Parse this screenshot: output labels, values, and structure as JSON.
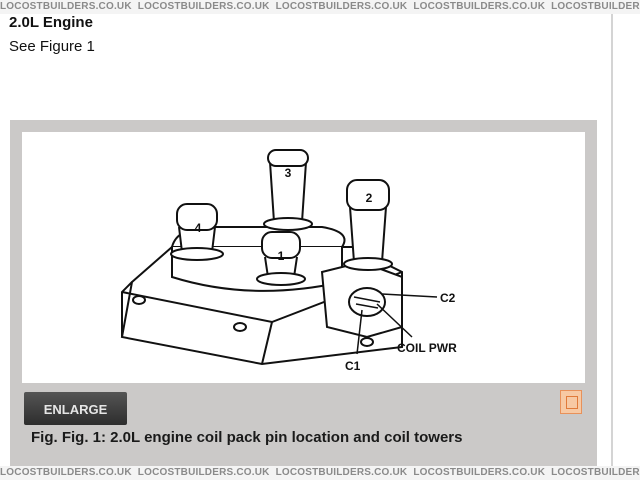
{
  "watermark": "LOCOSTBUILDERS.CO.UK",
  "section": {
    "title": "2.0L Engine",
    "subtitle": "See Figure 1"
  },
  "figure": {
    "labels": {
      "tower1": "1",
      "tower2": "2",
      "tower3": "3",
      "tower4": "4",
      "c2": "C2",
      "coil_pwr": "COIL PWR",
      "c1": "C1"
    },
    "enlarge_label": "ENLARGE",
    "expand_icon": "expand-icon",
    "caption": "Fig. Fig. 1: 2.0L engine coil pack pin location and coil towers"
  },
  "colors": {
    "panel": "#cbc9c8",
    "expand_accent": "#e07a3a"
  }
}
